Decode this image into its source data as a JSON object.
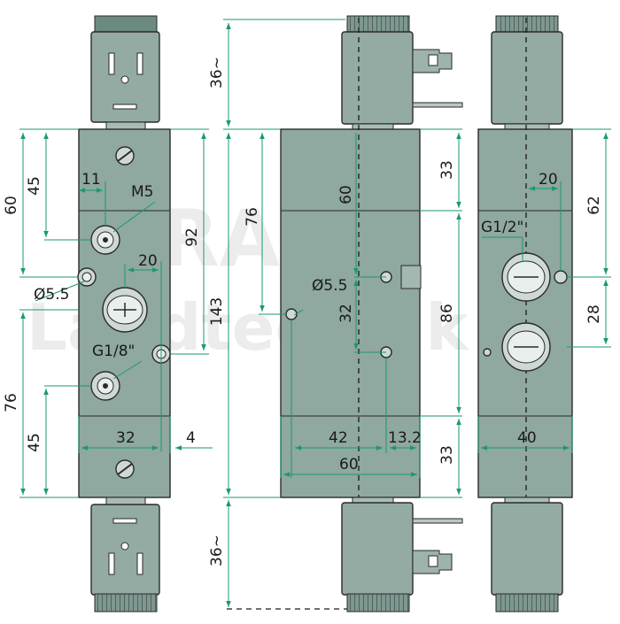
{
  "watermark": {
    "line1": "TRAUB",
    "line2": "Landtechnik"
  },
  "colors": {
    "body": "#8fa8a0",
    "dimension": "#1a9a6a",
    "outline": "#2a2a2a"
  },
  "left_view": {
    "dims": {
      "d60": "60",
      "d45_top": "45",
      "d11": "11",
      "m5": "M5",
      "d92": "92",
      "d20": "20",
      "d5_5": "Ø5.5",
      "g1_8": "G1/8\"",
      "d76": "76",
      "d45_bottom": "45",
      "d32": "32",
      "d4": "4"
    }
  },
  "middle_view": {
    "dims": {
      "d36_top": "36~",
      "d143": "143",
      "d76": "76",
      "d60_vert": "60",
      "d5_5": "Ø5.5",
      "d32": "32",
      "d33_top": "33",
      "d86": "86",
      "d33_bottom": "33",
      "d42": "42",
      "d13_2": "13.2",
      "d60_horiz": "60",
      "d36_bottom": "36~"
    }
  },
  "right_view": {
    "dims": {
      "d20": "20",
      "d62": "62",
      "g1_2": "G1/2\"",
      "d28": "28",
      "d40": "40"
    }
  }
}
